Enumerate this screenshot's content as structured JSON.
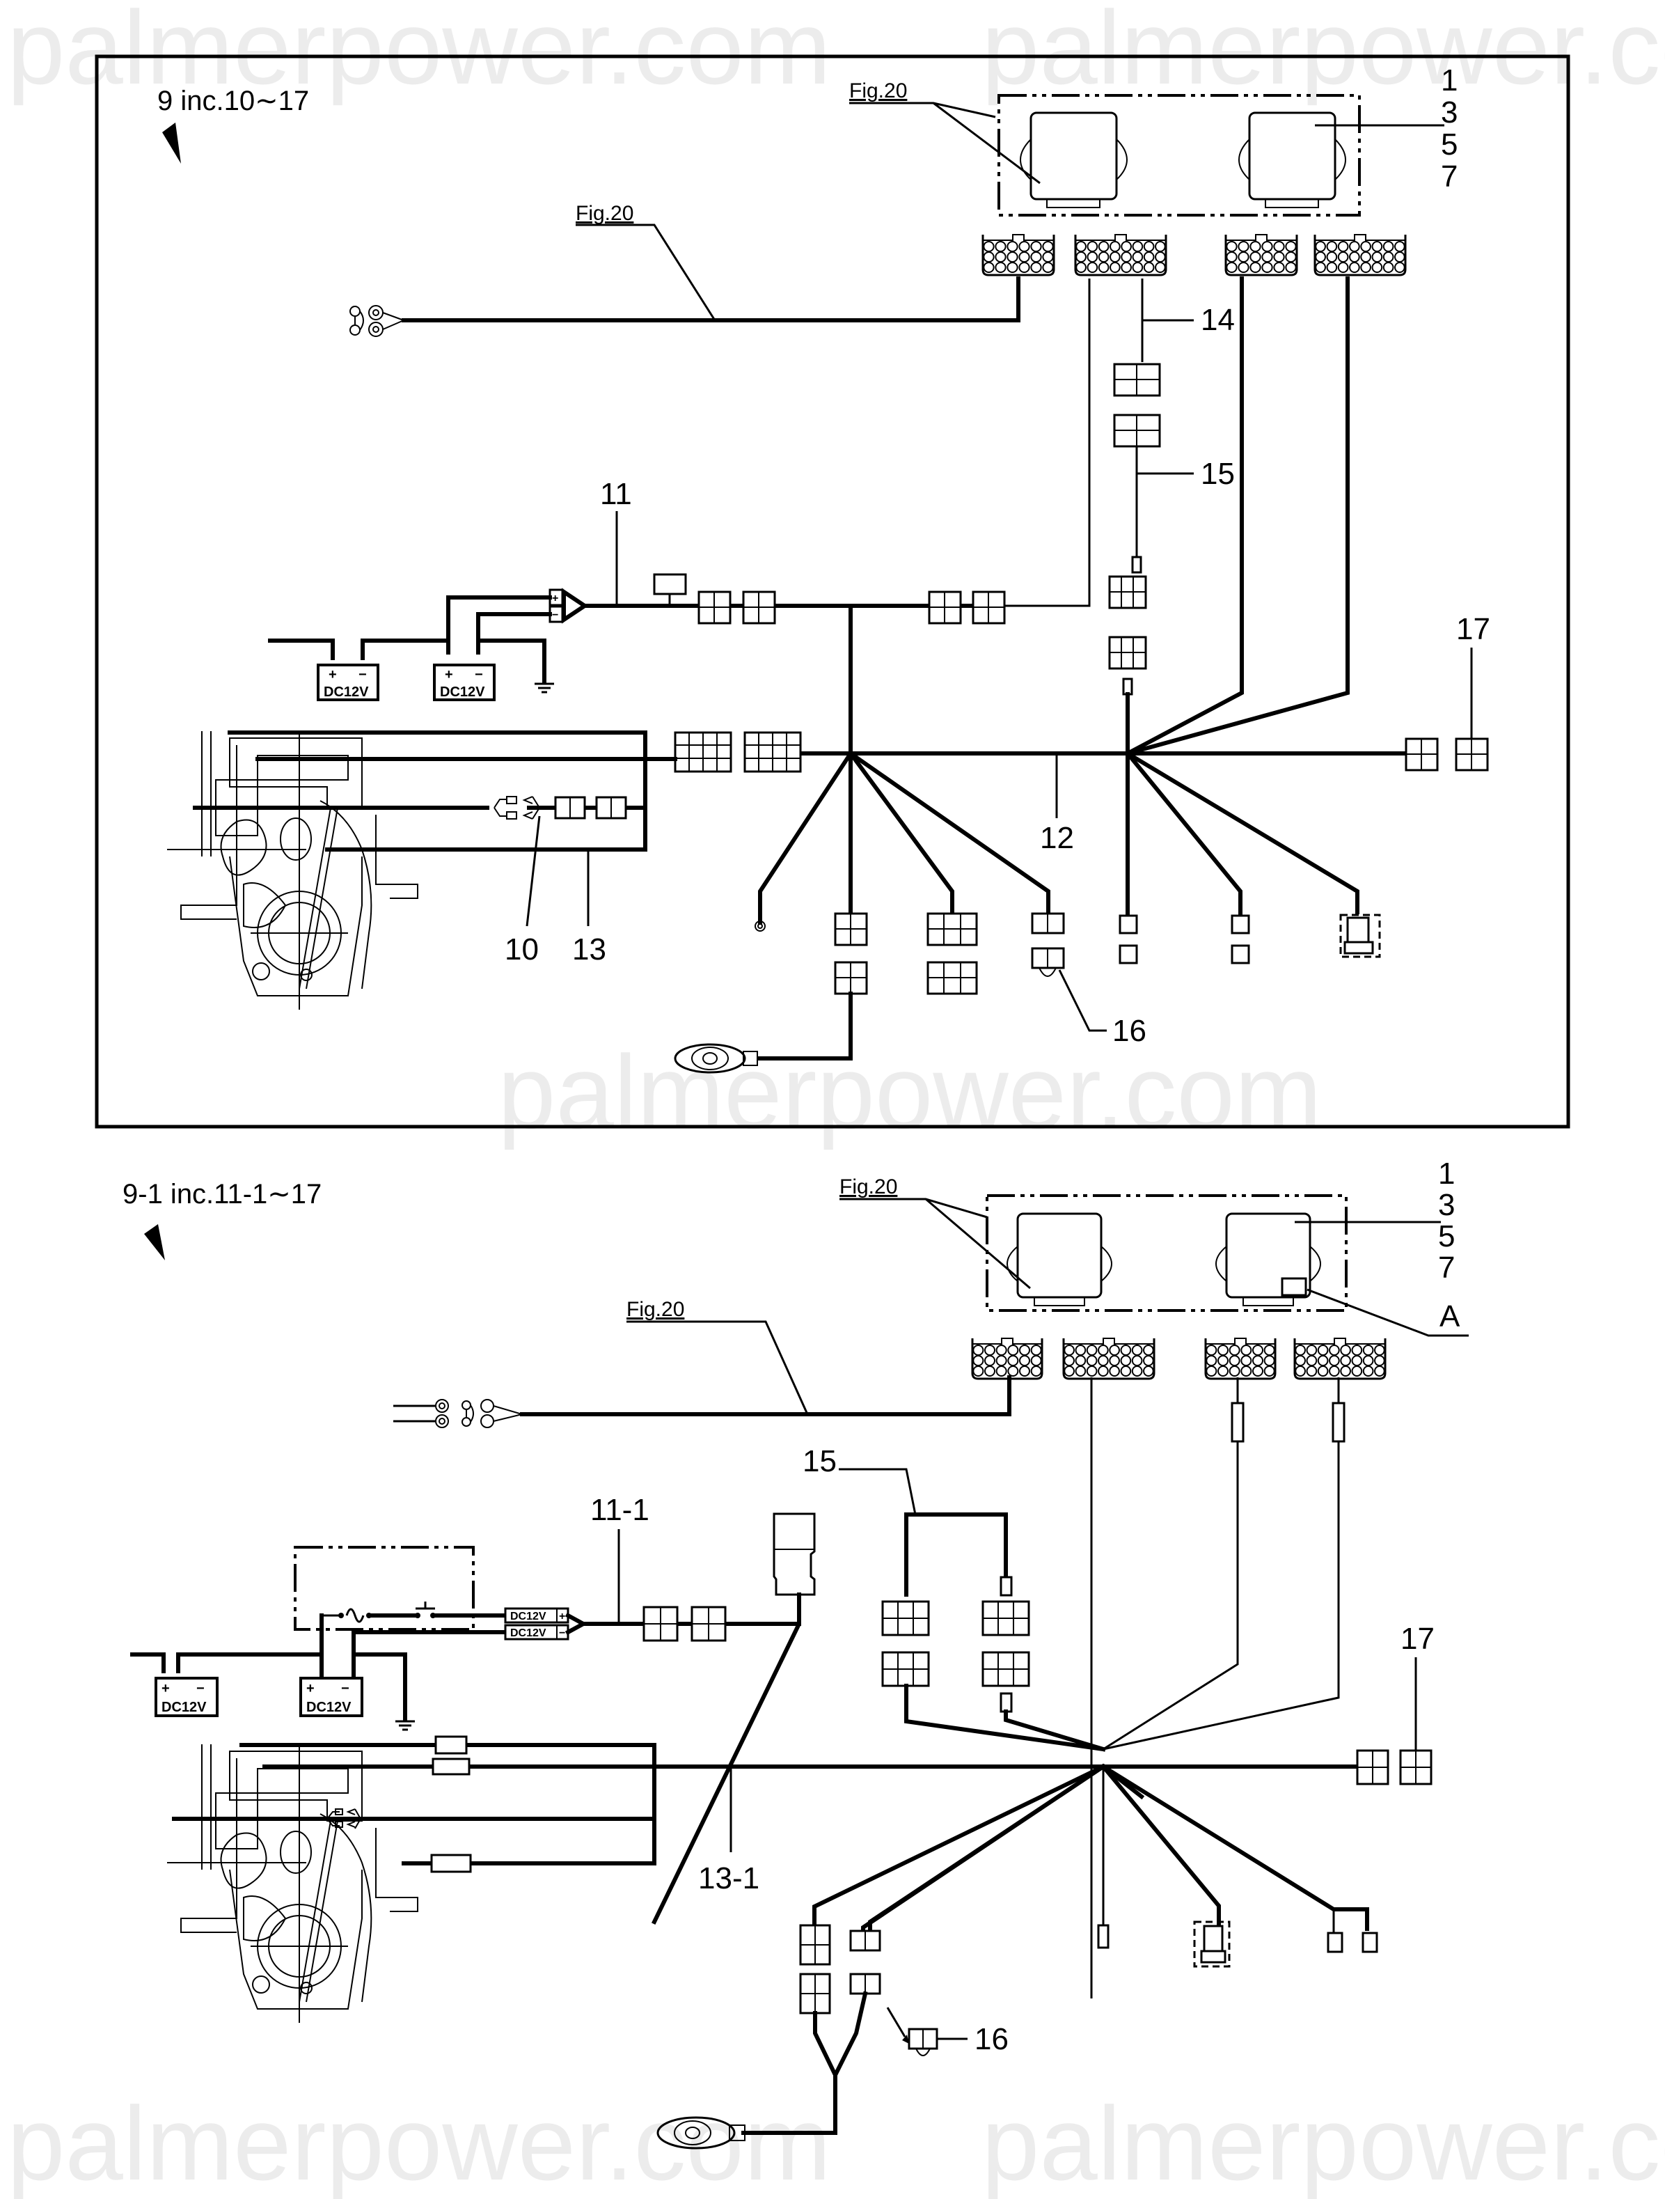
{
  "watermark": "palmerpower.com",
  "panels": [
    {
      "id": "upper",
      "heading": "9 inc.10∼17",
      "fig_ref_ecu": "Fig.20",
      "fig_ref_harness": "Fig.20",
      "ecu_part_numbers": [
        "1",
        "3",
        "5",
        "7"
      ],
      "callouts": {
        "c10": "10",
        "c11": "11",
        "c12": "12",
        "c13": "13",
        "c14": "14",
        "c15": "15",
        "c16": "16",
        "c17": "17"
      },
      "battery_label": "DC12V",
      "battery_plus": "+",
      "battery_minus": "−"
    },
    {
      "id": "lower",
      "heading": "9-1 inc.11-1∼17",
      "fig_ref_ecu": "Fig.20",
      "fig_ref_harness": "Fig.20",
      "ecu_part_numbers": [
        "1",
        "3",
        "5",
        "7"
      ],
      "detail_callout": "A",
      "callouts": {
        "c11_1": "11-1",
        "c13_1": "13-1",
        "c15": "15",
        "c16": "16",
        "c17": "17"
      },
      "battery_label": "DC12V",
      "battery_plus": "+",
      "battery_minus": "−",
      "terminal_plus_label": "DC12V",
      "terminal_minus_label": "DC12V"
    }
  ]
}
